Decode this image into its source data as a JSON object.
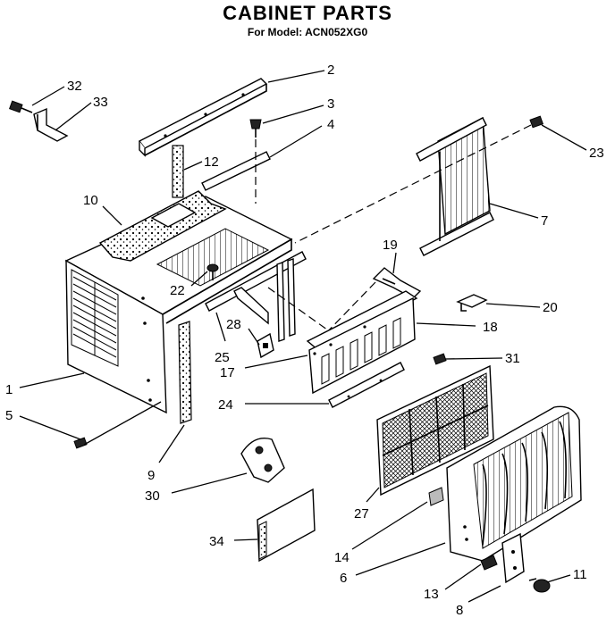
{
  "header": {
    "title": "CABINET PARTS",
    "subtitle": "For Model: ACN052XG0"
  },
  "callouts": [
    {
      "key": "1",
      "label": "1"
    },
    {
      "key": "2",
      "label": "2"
    },
    {
      "key": "3",
      "label": "3"
    },
    {
      "key": "4",
      "label": "4"
    },
    {
      "key": "5",
      "label": "5"
    },
    {
      "key": "6",
      "label": "6"
    },
    {
      "key": "7",
      "label": "7"
    },
    {
      "key": "8",
      "label": "8"
    },
    {
      "key": "9",
      "label": "9"
    },
    {
      "key": "10",
      "label": "10"
    },
    {
      "key": "11",
      "label": "11"
    },
    {
      "key": "12",
      "label": "12"
    },
    {
      "key": "13",
      "label": "13"
    },
    {
      "key": "14",
      "label": "14"
    },
    {
      "key": "17",
      "label": "17"
    },
    {
      "key": "18",
      "label": "18"
    },
    {
      "key": "19",
      "label": "19"
    },
    {
      "key": "20",
      "label": "20"
    },
    {
      "key": "22",
      "label": "22"
    },
    {
      "key": "23",
      "label": "23"
    },
    {
      "key": "24",
      "label": "24"
    },
    {
      "key": "25",
      "label": "25"
    },
    {
      "key": "27",
      "label": "27"
    },
    {
      "key": "28",
      "label": "28"
    },
    {
      "key": "30",
      "label": "30"
    },
    {
      "key": "31",
      "label": "31"
    },
    {
      "key": "32",
      "label": "32"
    },
    {
      "key": "33",
      "label": "33"
    },
    {
      "key": "34",
      "label": "34"
    }
  ]
}
